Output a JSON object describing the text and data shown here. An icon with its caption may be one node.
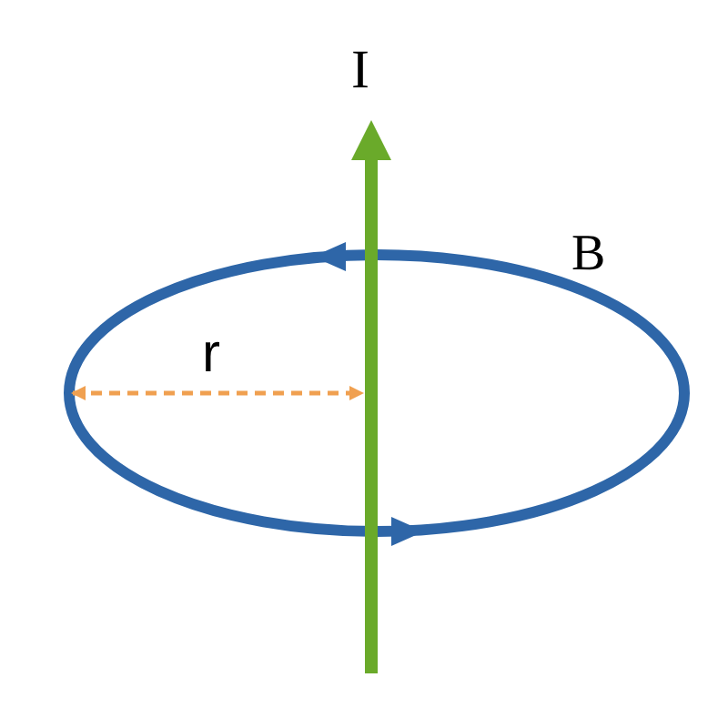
{
  "diagram": {
    "labels": [
      "I",
      "B",
      "r"
    ]
  }
}
